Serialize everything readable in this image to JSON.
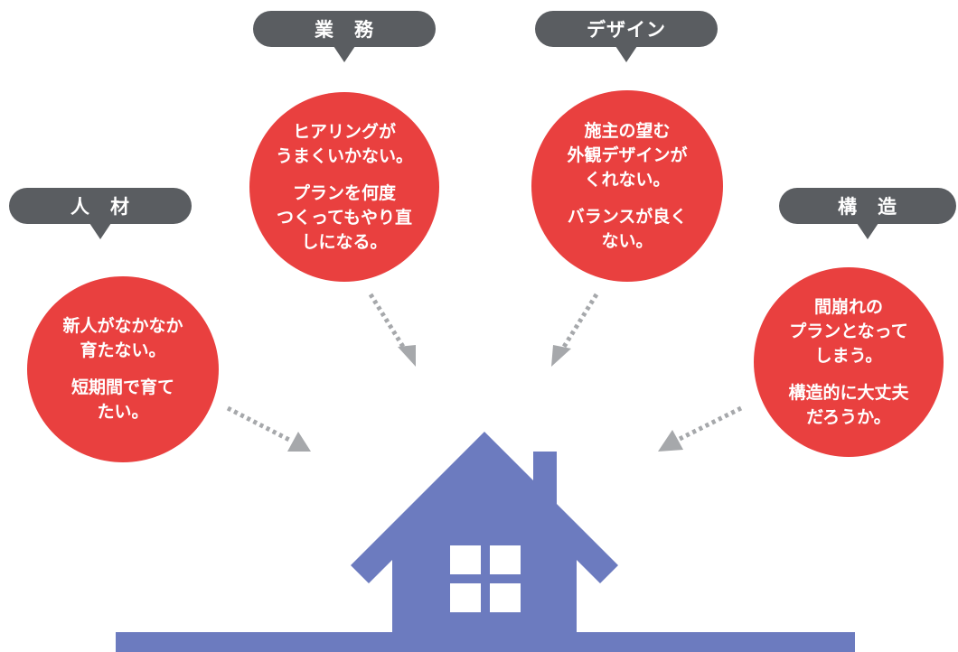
{
  "categories": [
    {
      "id": "jinzai",
      "label": "人　材",
      "paragraphs": [
        [
          "新人がなかなか",
          "育たない。"
        ],
        [
          "短期間で育て",
          "たい。"
        ]
      ]
    },
    {
      "id": "gyomu",
      "label": "業　務",
      "paragraphs": [
        [
          "ヒアリングが",
          "うまくいかない。"
        ],
        [
          "プランを何度",
          "つくってもやり直",
          "しになる。"
        ]
      ]
    },
    {
      "id": "design",
      "label": "デザイン",
      "paragraphs": [
        [
          "施主の望む",
          "外観デザインが",
          "くれない。"
        ],
        [
          "バランスが良く",
          "ない。"
        ]
      ]
    },
    {
      "id": "kozo",
      "label": "構　造",
      "paragraphs": [
        [
          "間崩れの",
          "プランとなって",
          "しまう。"
        ],
        [
          "構造的に大丈夫",
          "だろうか。"
        ]
      ]
    }
  ],
  "colors": {
    "tag": "#5a5d61",
    "circle": "#e9403f",
    "house": "#6c7bbf",
    "arrow": "#a6a8ab"
  },
  "icons": {
    "arrows": "dotted-arrow-icon",
    "house": "house-icon"
  }
}
